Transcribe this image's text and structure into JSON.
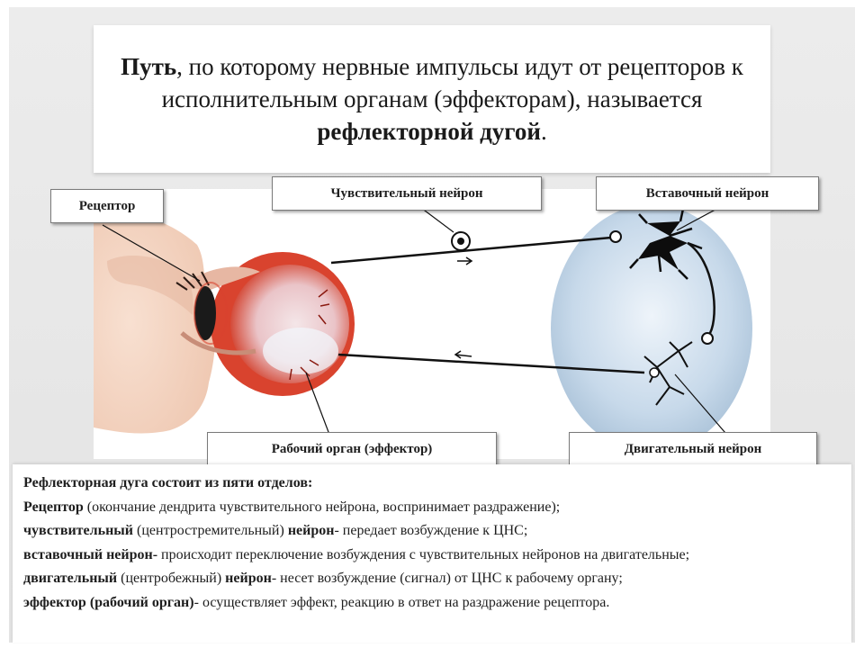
{
  "title": {
    "b1": "Путь",
    "t1": ", по которому нервные импульсы  идут от рецепторов к исполнительным органам (эффекторам), называется ",
    "b2": "рефлекторной дугой",
    "t2": "."
  },
  "labels": {
    "receptor": "Рецептор",
    "sensory": "Чувствительный нейрон",
    "interneuron": "Вставочный нейрон",
    "effector": "Рабочий орган (эффектор)",
    "motor": "Двигательный нейрон"
  },
  "description": {
    "heading": "Рефлекторная дуга состоит из пяти отделов:",
    "l1b": "Рецептор",
    "l1t": " (окончание дендрита чувствительного нейрона, воспринимает  раздражение);",
    "l2b1": "чувствительный",
    "l2t1": " (центростремительный) ",
    "l2b2": "нейрон",
    "l2t2": "- передает возбуждение к ЦНС;",
    "l3b": "вставочный нейрон-",
    "l3t": " происходит переключение возбуждения с чувствительных нейронов на двигательные;",
    "l4b1": "двигательный",
    "l4t1": " (центробежный) ",
    "l4b2": "нейрон",
    "l4t2": "- несет возбуждение (сигнал) от ЦНС к рабочему органу;",
    "l5b": "эффектор (рабочий орган)",
    "l5t": "- осуществляет эффект, реакцию в ответ на раздражение рецептора."
  },
  "colors": {
    "eyeball": "#d9432e",
    "skin": "#f3d5c2",
    "spinal": "#bdd3e6",
    "neuron": "#111111"
  }
}
